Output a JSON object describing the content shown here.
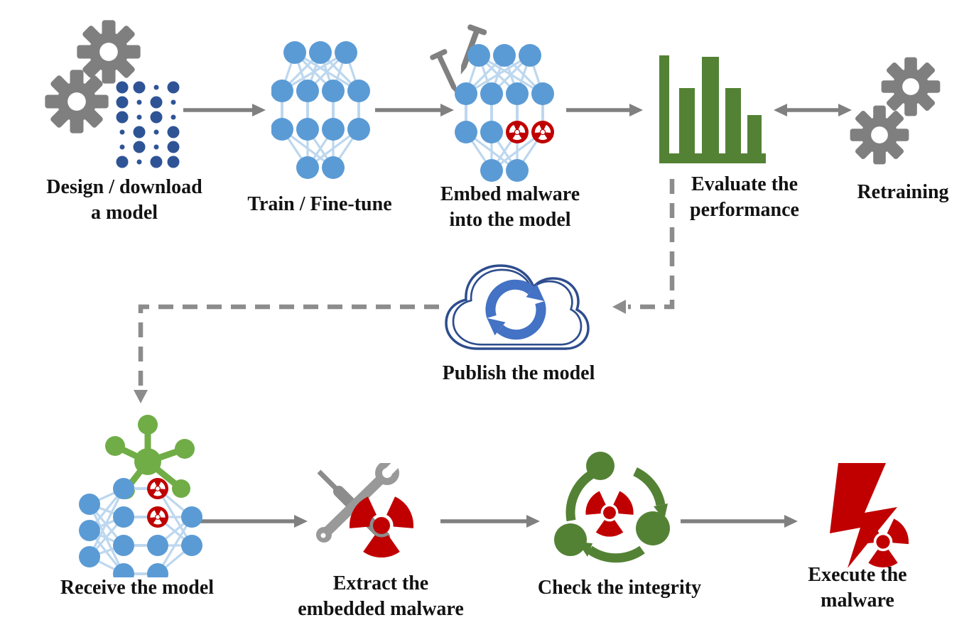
{
  "diagram_title": "",
  "steps": {
    "design": {
      "label": "Design / download\na model"
    },
    "train": {
      "label": "Train / Fine-tune"
    },
    "embed": {
      "label": "Embed malware\ninto the model"
    },
    "evaluate": {
      "label": "Evaluate the\nperformance"
    },
    "retraining": {
      "label": "Retraining"
    },
    "publish": {
      "label": "Publish the model"
    },
    "receive": {
      "label": "Receive the model"
    },
    "extract": {
      "label": "Extract the\nembedded malware"
    },
    "check": {
      "label": "Check the integrity"
    },
    "execute": {
      "label": "Execute the\nmalware"
    }
  },
  "connections": [
    {
      "from": "design",
      "to": "train",
      "style": "solid",
      "bidirectional": false
    },
    {
      "from": "train",
      "to": "embed",
      "style": "solid",
      "bidirectional": false
    },
    {
      "from": "embed",
      "to": "evaluate",
      "style": "solid",
      "bidirectional": false
    },
    {
      "from": "evaluate",
      "to": "retraining",
      "style": "solid",
      "bidirectional": true
    },
    {
      "from": "evaluate",
      "to": "publish",
      "style": "dashed",
      "bidirectional": false
    },
    {
      "from": "publish",
      "to": "receive",
      "style": "dashed",
      "bidirectional": false
    },
    {
      "from": "receive",
      "to": "extract",
      "style": "solid",
      "bidirectional": false
    },
    {
      "from": "extract",
      "to": "check",
      "style": "solid",
      "bidirectional": false
    },
    {
      "from": "check",
      "to": "execute",
      "style": "solid",
      "bidirectional": false
    }
  ],
  "colors": {
    "arrow_gray": "#808080",
    "gear_gray": "#7f7f7f",
    "weights_navy": "#2f5496",
    "node_blue": "#5b9bd5",
    "edge_light_blue": "#bdd7ee",
    "malware_red": "#c00000",
    "green_dark": "#548235",
    "green_bright": "#70ad47",
    "cloud_outline": "#2e4d8e",
    "sync_blue": "#4472c4",
    "text": "#121212",
    "background": "#ffffff"
  }
}
